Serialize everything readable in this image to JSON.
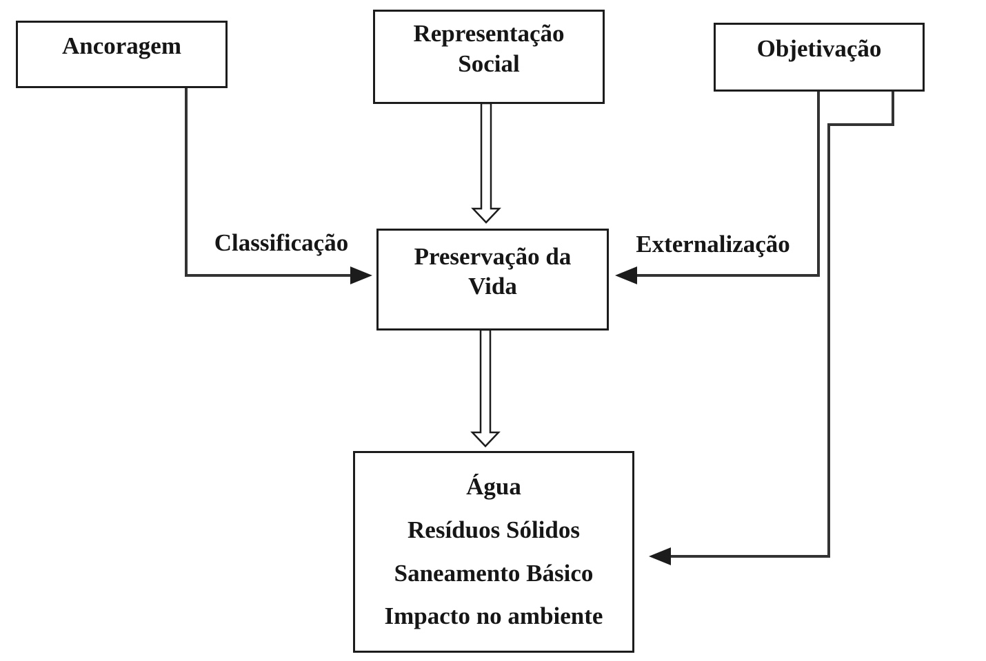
{
  "diagram": {
    "boxes": {
      "ancoragem": {
        "label": "Ancoragem"
      },
      "representacao_social": {
        "lines": [
          "Representação",
          "Social"
        ]
      },
      "objetivacao": {
        "label": "Objetivação"
      },
      "preservacao_da_vida": {
        "lines": [
          "Preservação da",
          "Vida"
        ]
      },
      "temas": {
        "lines": [
          "Água",
          "Resíduos Sólidos",
          "Saneamento Básico",
          "Impacto no ambiente"
        ]
      }
    },
    "arrow_labels": {
      "classificacao": "Classificação",
      "externalizacao": "Externalização"
    },
    "colors": {
      "background": "#ffffff",
      "box_border": "#1c1c1c",
      "connector_line": "#333333",
      "arrowhead": "#1c1c1c",
      "text": "#161616"
    }
  }
}
